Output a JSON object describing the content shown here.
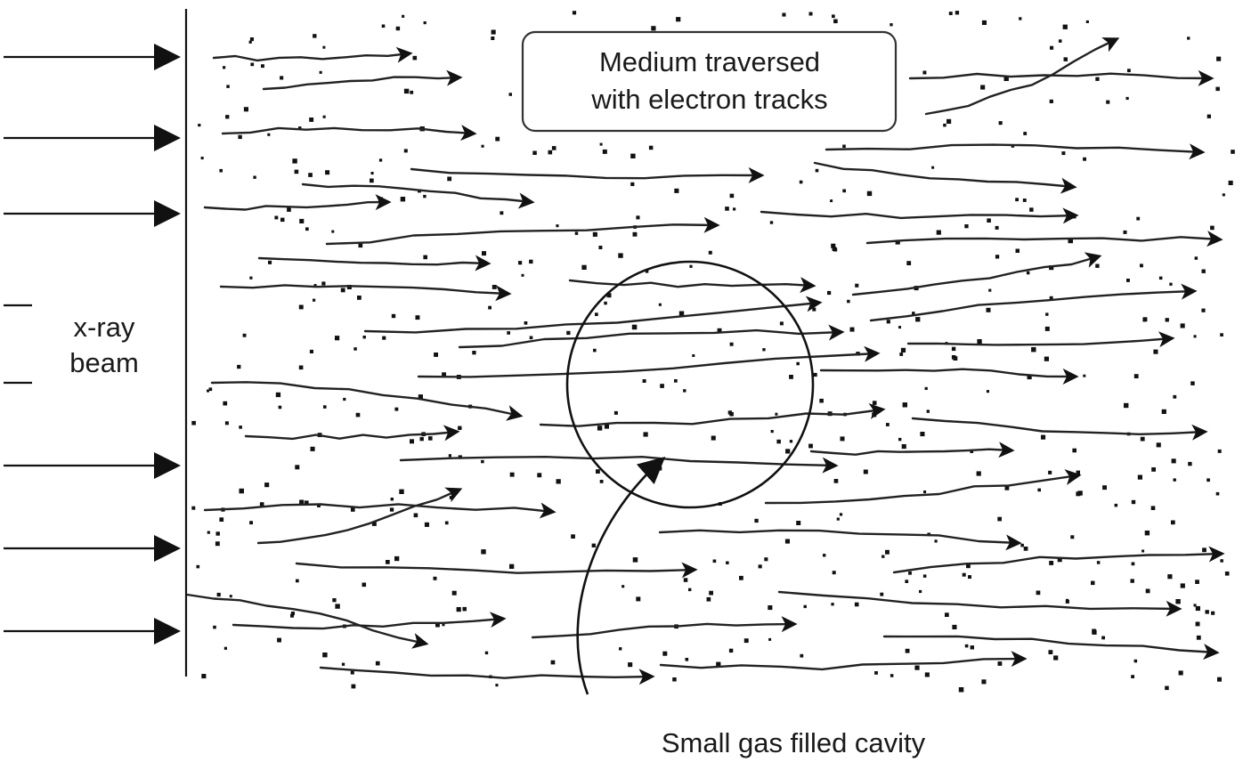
{
  "diagram": {
    "beam_label": [
      "x-ray",
      "beam"
    ],
    "medium_label": [
      "Medium traversed",
      "with electron tracks"
    ],
    "cavity_label": "Small gas filled cavity",
    "colors": {
      "ink": "#111111",
      "track": "#222222",
      "box_border": "#333333",
      "background": "#ffffff"
    }
  }
}
